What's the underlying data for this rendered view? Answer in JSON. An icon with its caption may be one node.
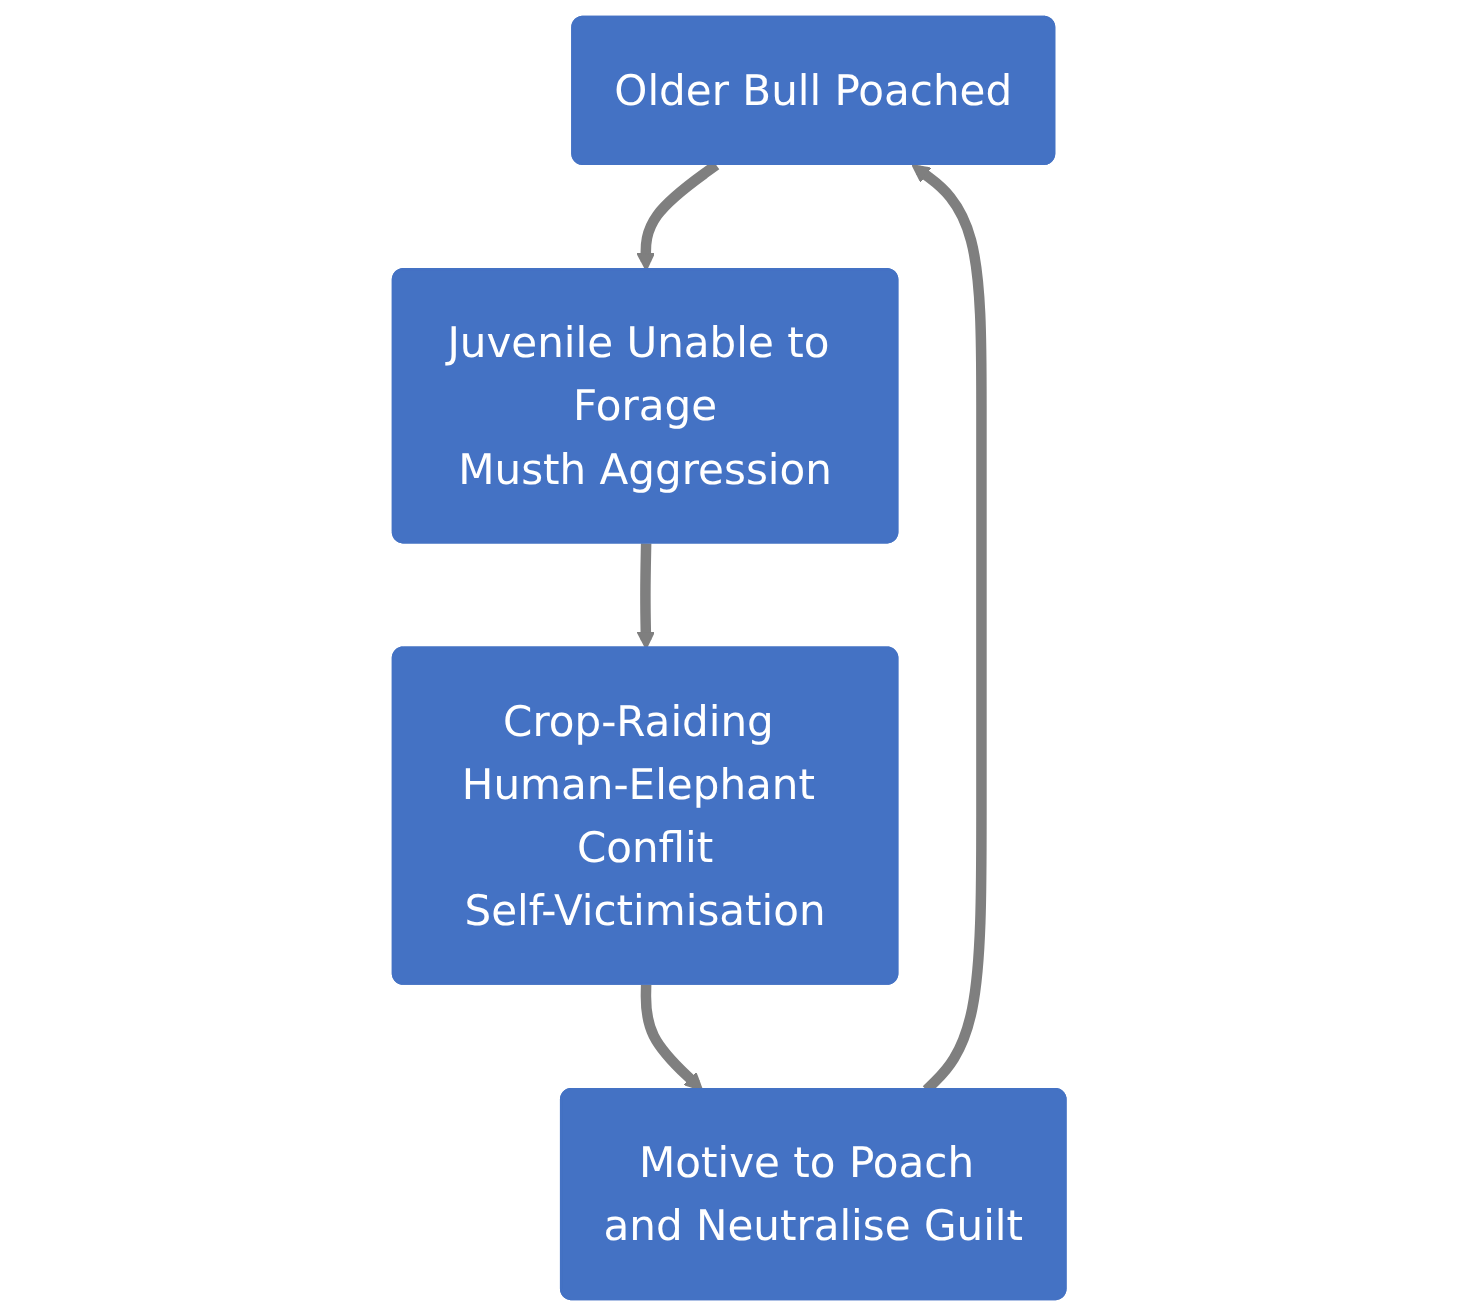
{
  "diagram": {
    "nodes": [
      {
        "text": [
          "Older Bull Poached"
        ]
      },
      {
        "text": [
          "Juvenile Unable to Forage",
          "Musth Aggression"
        ]
      },
      {
        "text": [
          "Crop-Raiding Human-Elephant Conflit",
          "Self-Victimisation"
        ]
      },
      {
        "text": [
          "Motive to Poach and Neutralise Guilt"
        ]
      }
    ],
    "edges": [
      {
        "from": 0,
        "to": 1,
        "arrow": "to"
      },
      {
        "from": 1,
        "to": 2,
        "arrow": "to"
      },
      {
        "from": 2,
        "to": 3,
        "arrow": "to"
      },
      {
        "from": 3,
        "to": 0,
        "arrow": "to"
      }
    ]
  }
}
